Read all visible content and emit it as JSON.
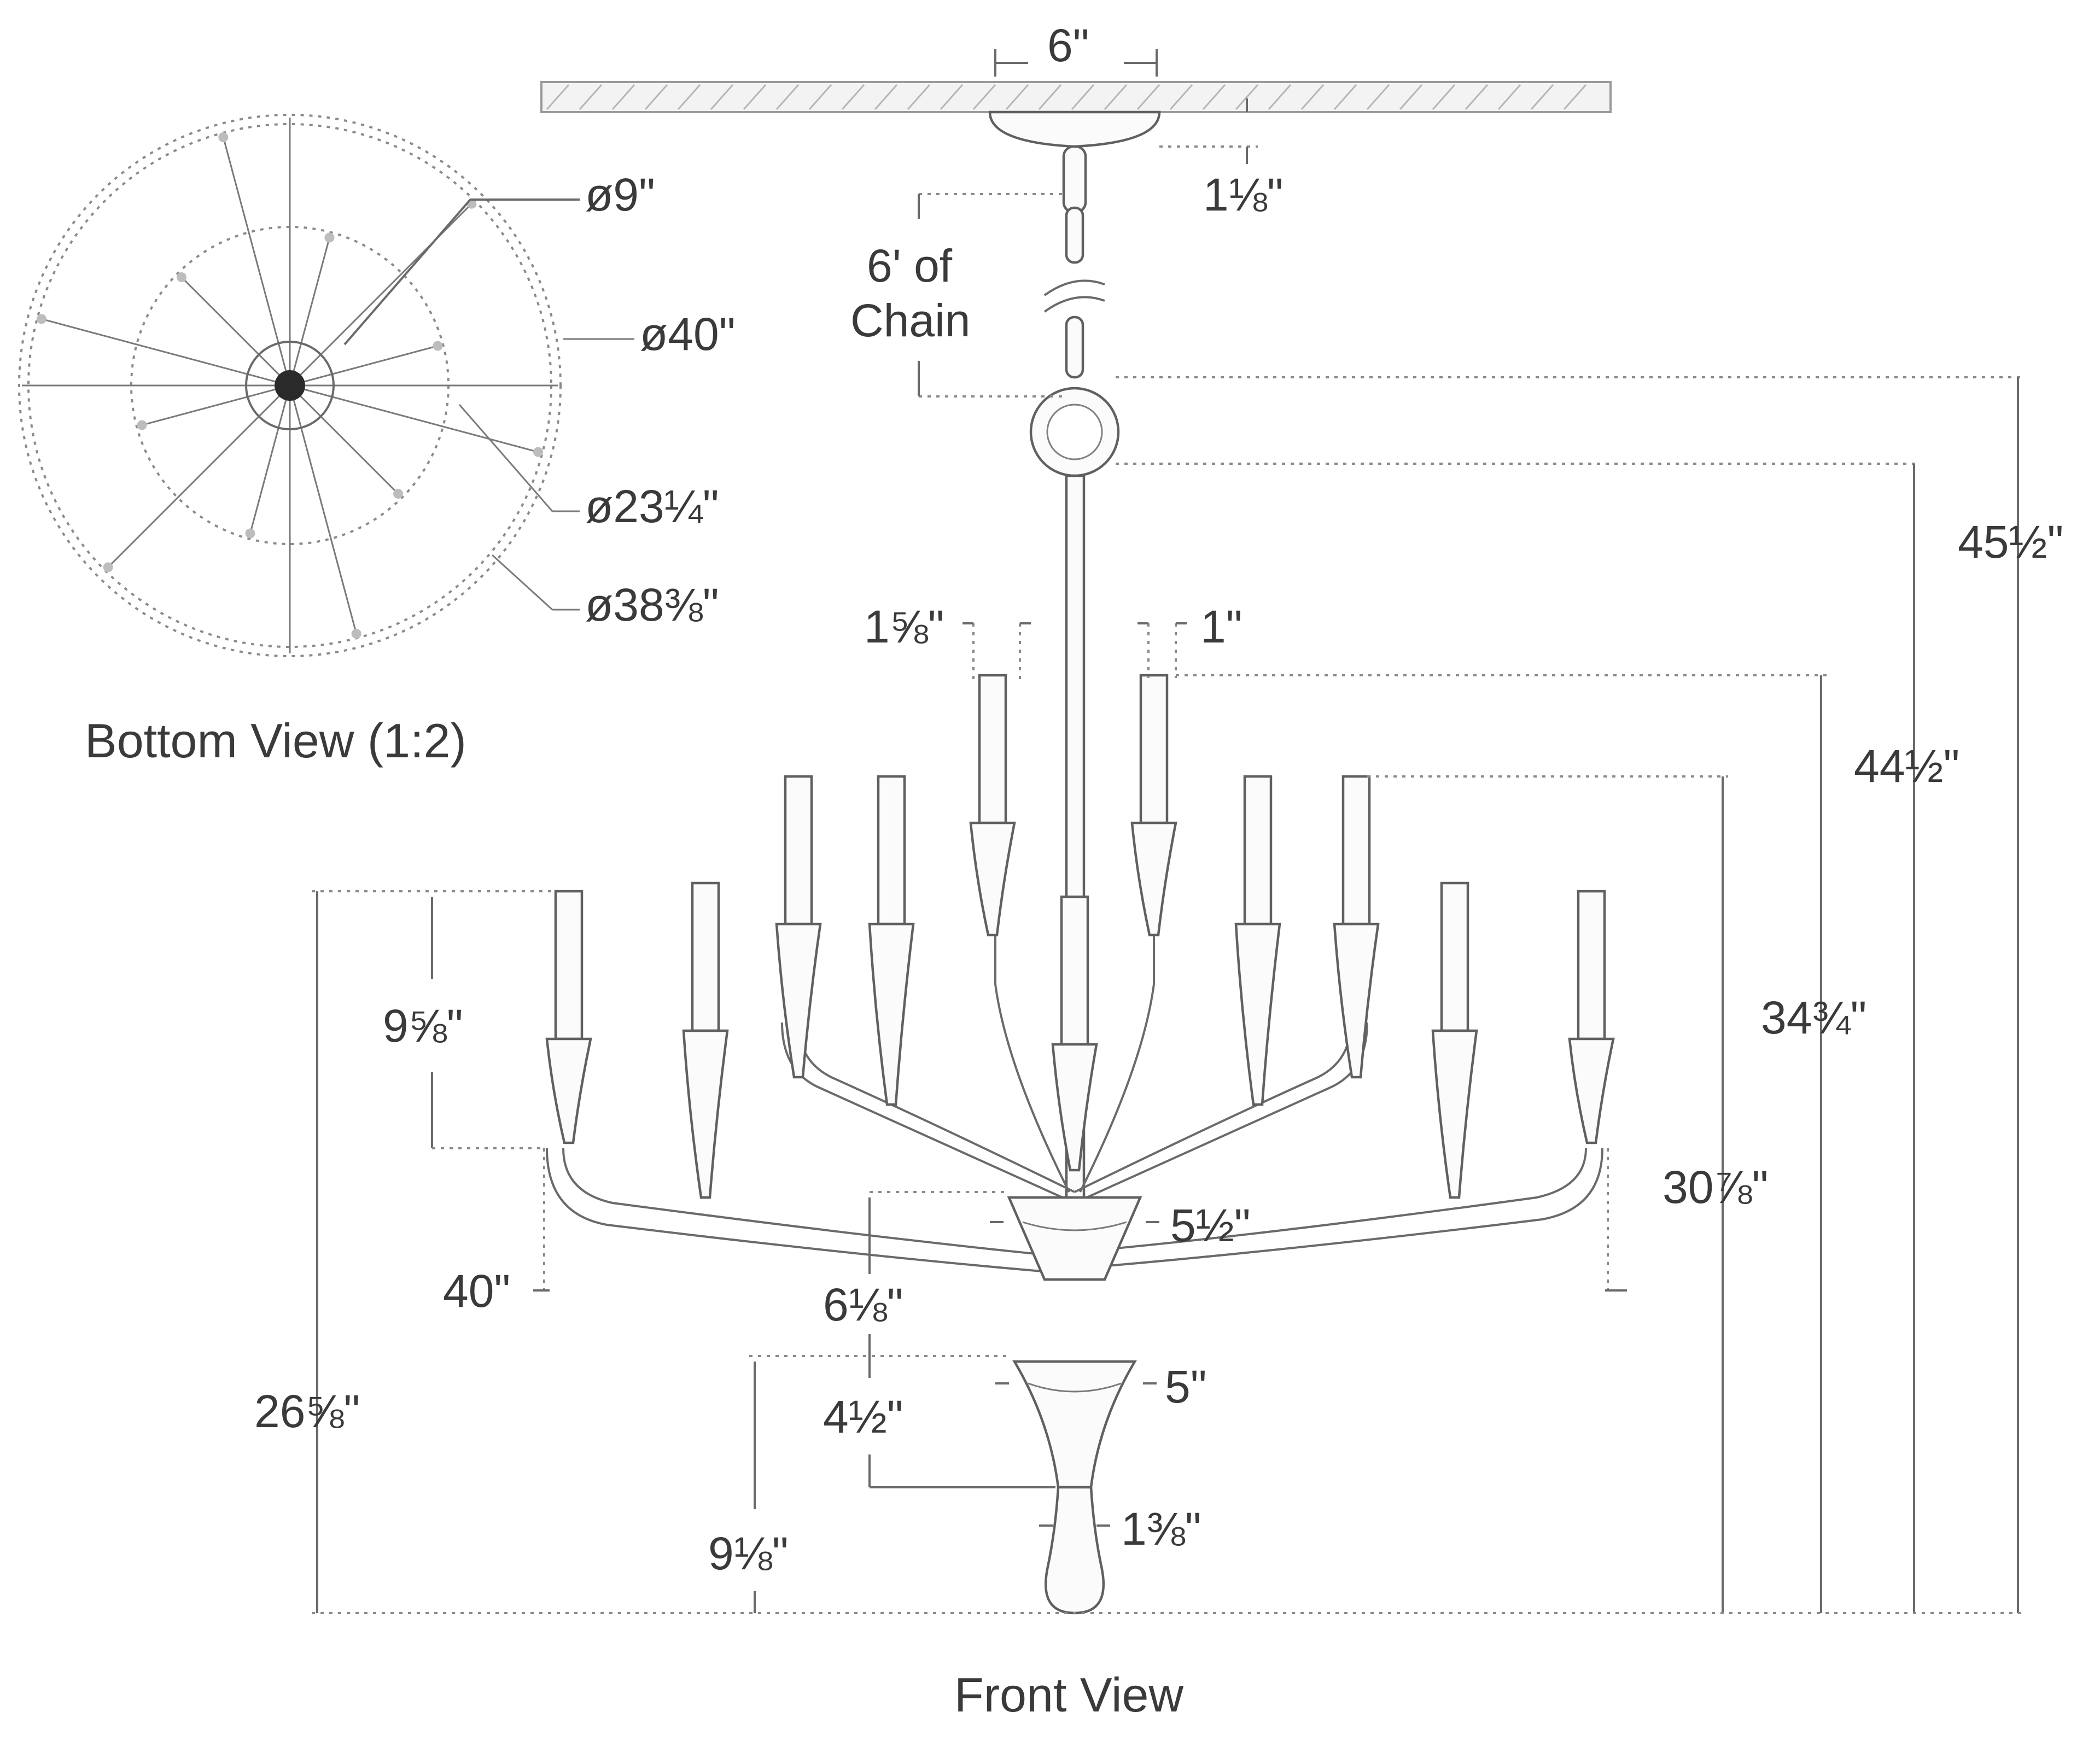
{
  "views": {
    "bottom": {
      "caption": "Bottom View (1:2)",
      "labels": {
        "d_canopy": "ø9\"",
        "d_outer": "ø40\"",
        "d_middle": "ø23¼\"",
        "d_cups": "ø38⅜\""
      }
    },
    "front": {
      "caption": "Front View",
      "labels": {
        "canopy_width": "6\"",
        "canopy_height": "1⅛\"",
        "chain_line1": "6' of",
        "chain_line2": "Chain",
        "overall_height": "45½\"",
        "body_height_with_loop": "44½\"",
        "top_candle_height": "34¾\"",
        "mid_candle_height": "30⅞\"",
        "low_candle_height": "26⅝\"",
        "candle_height": "9⅝\"",
        "candle_width_outer": "1⅝\"",
        "candle_width_inner": "1\"",
        "overall_width": "40\"",
        "upper_cup_width": "5½\"",
        "upper_cup_drop": "6⅛\"",
        "lower_cup_width": "5\"",
        "lower_cup_height": "4½\"",
        "finial_height": "9⅛\"",
        "finial_width": "1⅜\""
      }
    }
  }
}
